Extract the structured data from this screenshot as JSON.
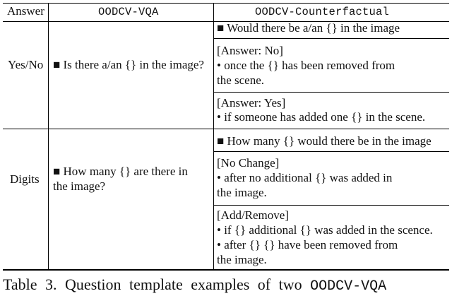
{
  "headers": {
    "answer": "Answer",
    "vqa": "OODCV-VQA",
    "counterfactual": "OODCV-Counterfactual"
  },
  "rows": [
    {
      "answer": "Yes/No",
      "vqa_question": "■ Is there a/an {} in the image?",
      "cf_prompt": "■ Would there be a/an {} in the image",
      "cf_groups": [
        {
          "label": "[Answer: No]",
          "lines": [
            "• once the {} has been removed from",
            "the scene."
          ]
        },
        {
          "label": "[Answer: Yes]",
          "lines": [
            "• if someone has added one {} in the scene."
          ]
        }
      ]
    },
    {
      "answer": "Digits",
      "vqa_question_lines": [
        "■ How many {} are there in",
        "the image?"
      ],
      "cf_prompt": "■ How many {} would there be in the image",
      "cf_groups": [
        {
          "label": "[No Change]",
          "lines": [
            "• after no additional {} was added in",
            "the image."
          ]
        },
        {
          "label": "[Add/Remove]",
          "lines": [
            "• if {} additional {} was added in the scence.",
            "• after {} {} have been removed from",
            "the image."
          ]
        }
      ]
    }
  ],
  "caption": {
    "prefix": "Table 3.",
    "text": "Question template examples of two",
    "dataset": "OODCV-VQA"
  }
}
